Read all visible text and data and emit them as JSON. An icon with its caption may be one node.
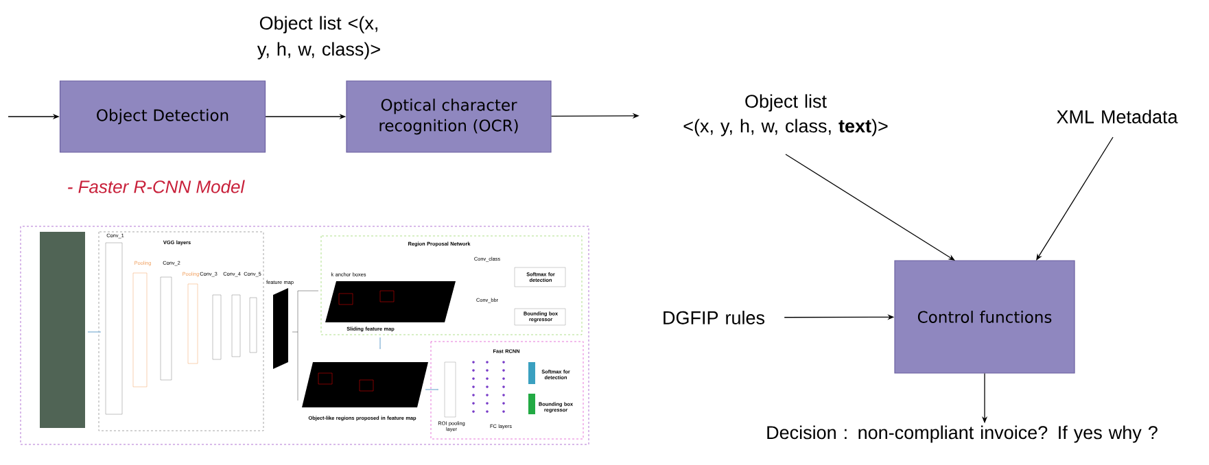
{
  "diagram": {
    "nodes": [
      {
        "text": [
          "Object Detection"
        ],
        "beside": [
          "- Faster R-CNN Model"
        ]
      },
      {
        "text": [
          "Optical character recognition (OCR)"
        ]
      },
      {
        "text": [
          "Object list",
          "<(x, y, h, w, class, **text**)>"
        ]
      },
      {
        "text": [
          "XML Metadata"
        ]
      },
      {
        "text": [
          "DGFIP rules"
        ]
      },
      {
        "text": [
          "Control functions"
        ]
      },
      {
        "text": [
          "Decision : non-compliant invoice? If yes why ?"
        ]
      }
    ],
    "edges": [
      {
        "from": null,
        "to": 0,
        "arrow": "to"
      },
      {
        "from": 0,
        "to": 1,
        "arrow": "to",
        "label": "Object list <(x, y, h, w, class)>"
      },
      {
        "from": 1,
        "to": 2,
        "arrow": "to"
      },
      {
        "from": 2,
        "to": 5,
        "arrow": "to"
      },
      {
        "from": 3,
        "to": 5,
        "arrow": "to"
      },
      {
        "from": 4,
        "to": 5,
        "arrow": "to"
      },
      {
        "from": 5,
        "to": 6,
        "arrow": "to"
      }
    ],
    "labels": [
      "VGG layers",
      "Conv_1",
      "Pooling",
      "Conv_2",
      "Pooling",
      "Conv_3",
      "Conv_4",
      "Conv_5",
      "feature map",
      "Region Proposal Network",
      "k anchor boxes",
      "Conv_class",
      "Conv_bbr",
      "Softmax for detection",
      "Bounding box regressor",
      "Sliding feature map",
      "Object-like regions proposed in feature map",
      "Fast RCNN",
      "Softmax for detection",
      "Bounding box regressor",
      "ROI pooling layer",
      "FC layers"
    ]
  }
}
